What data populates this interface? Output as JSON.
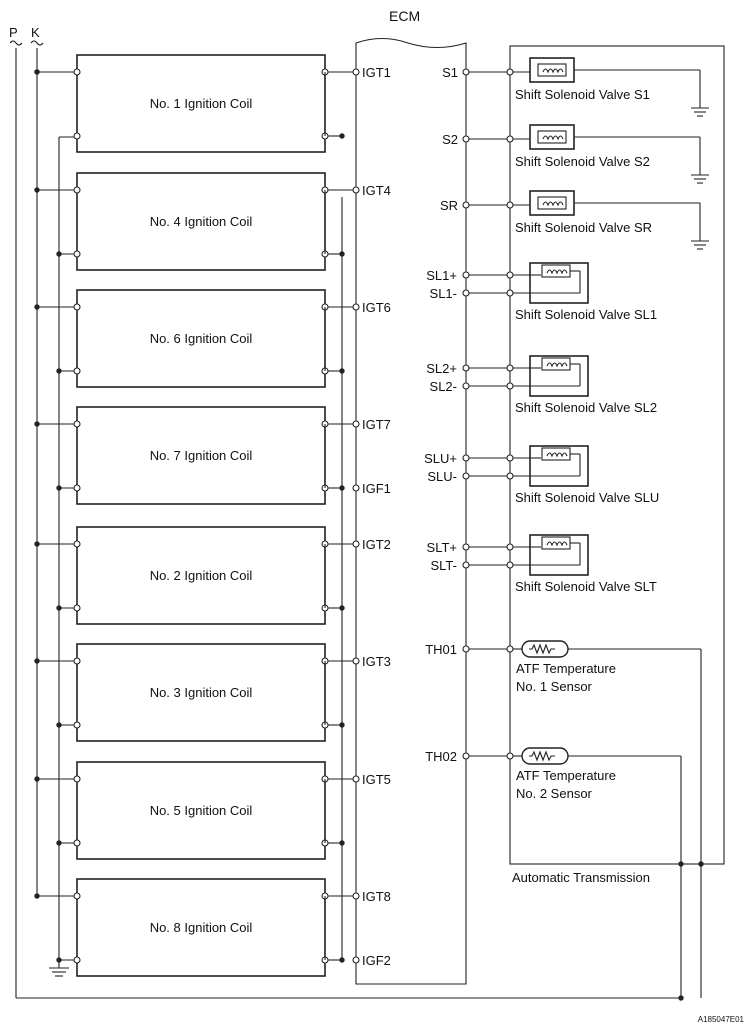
{
  "ecm_title": "ECM",
  "rails": {
    "p": "P",
    "k": "K"
  },
  "coils": [
    {
      "label": "No. 1 Ignition Coil",
      "pin_top": "IGT1",
      "pin_bottom": ""
    },
    {
      "label": "No. 4 Ignition Coil",
      "pin_top": "IGT4",
      "pin_bottom": ""
    },
    {
      "label": "No. 6 Ignition Coil",
      "pin_top": "IGT6",
      "pin_bottom": ""
    },
    {
      "label": "No. 7 Ignition Coil",
      "pin_top": "IGT7",
      "pin_bottom": "IGF1"
    },
    {
      "label": "No. 2 Ignition Coil",
      "pin_top": "IGT2",
      "pin_bottom": ""
    },
    {
      "label": "No. 3 Ignition Coil",
      "pin_top": "IGT3",
      "pin_bottom": ""
    },
    {
      "label": "No. 5 Ignition Coil",
      "pin_top": "IGT5",
      "pin_bottom": ""
    },
    {
      "label": "No. 8 Ignition Coil",
      "pin_top": "IGT8",
      "pin_bottom": "IGF2"
    }
  ],
  "single_valves": [
    {
      "pin": "S1",
      "label": "Shift Solenoid Valve S1"
    },
    {
      "pin": "S2",
      "label": "Shift Solenoid Valve S2"
    },
    {
      "pin": "SR",
      "label": "Shift Solenoid Valve SR"
    }
  ],
  "dual_valves": [
    {
      "pin_plus": "SL1+",
      "pin_minus": "SL1-",
      "label": "Shift Solenoid Valve SL1"
    },
    {
      "pin_plus": "SL2+",
      "pin_minus": "SL2-",
      "label": "Shift Solenoid Valve SL2"
    },
    {
      "pin_plus": "SLU+",
      "pin_minus": "SLU-",
      "label": "Shift Solenoid Valve SLU"
    },
    {
      "pin_plus": "SLT+",
      "pin_minus": "SLT-",
      "label": "Shift Solenoid Valve SLT"
    }
  ],
  "sensors": [
    {
      "pin": "TH01",
      "line1": "ATF Temperature",
      "line2": "No. 1 Sensor"
    },
    {
      "pin": "TH02",
      "line1": "ATF Temperature",
      "line2": "No. 2 Sensor"
    }
  ],
  "transmission_label": "Automatic Transmission",
  "figure_code": "A185047E01"
}
